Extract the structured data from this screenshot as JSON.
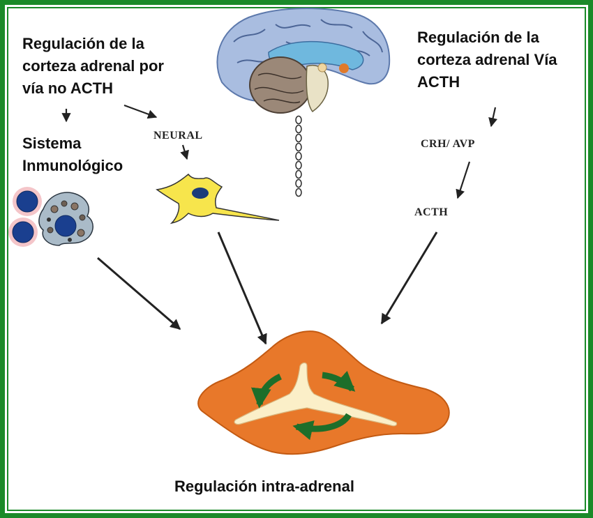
{
  "labels": {
    "non_acth_title": [
      "Regulación de la",
      "corteza adrenal por",
      "vía no ACTH"
    ],
    "acth_title": [
      "Regulación de la",
      "corteza adrenal Vía",
      "ACTH"
    ],
    "immune": [
      "Sistema",
      "Inmunológico"
    ],
    "neural": "NEURAL",
    "crh_avp": "CRH/ AVP",
    "acth": "ACTH",
    "intra_adrenal": "Regulación intra-adrenal"
  },
  "colors": {
    "frame": "#1a8a28",
    "adrenal_cortex": "#e8782a",
    "adrenal_medulla": "#fbefc8",
    "circular_arrows": "#1d6e2a",
    "neuron": "#f4e34a",
    "neuron_nucleus": "#1c3c7a",
    "brain": "#8fa8cf",
    "arrows": "#222222"
  },
  "icons": [
    "brain-icon",
    "neuron-icon",
    "immune-cells-icon",
    "adrenal-gland-icon"
  ]
}
